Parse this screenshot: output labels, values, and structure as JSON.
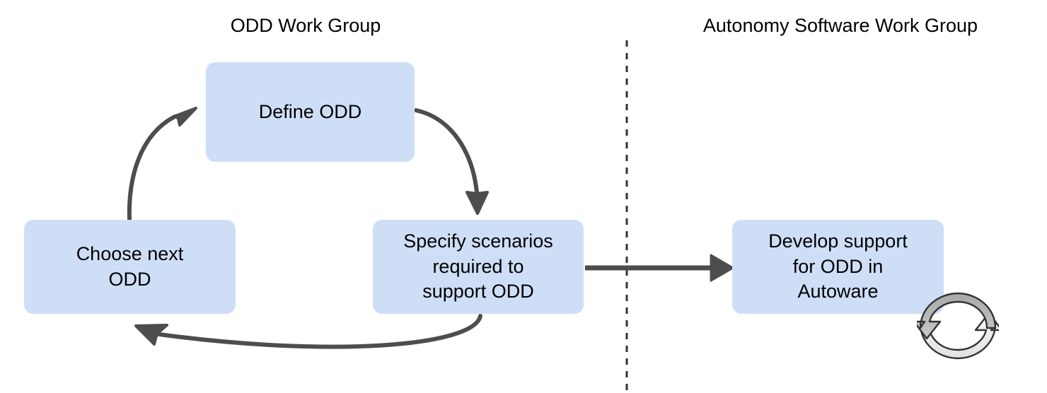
{
  "diagram": {
    "title_left": "ODD Work Group",
    "title_right": "Autonomy Software Work Group",
    "colors": {
      "node_fill": "#cfdef7",
      "edge_stroke": "#4d4d4d",
      "divider_stroke": "#333333",
      "icon_light": "#efefef",
      "icon_dark": "#bfbfbf",
      "icon_outline": "#333333",
      "background": "#ffffff",
      "text": "#000000"
    },
    "nodes": [
      {
        "id": "define-odd",
        "label": "Define ODD",
        "group": "ODD Work Group"
      },
      {
        "id": "choose-next-odd",
        "label": "Choose next\nODD",
        "group": "ODD Work Group"
      },
      {
        "id": "specify-scenarios",
        "label": "Specify scenarios\nrequired to\nsupport ODD",
        "group": "ODD Work Group"
      },
      {
        "id": "develop-support",
        "label": "Develop support\nfor ODD in\nAutoware",
        "group": "Autonomy Software Work Group"
      }
    ],
    "edges": [
      {
        "from": "choose-next-odd",
        "to": "define-odd",
        "style": "curved",
        "direction": "up-right"
      },
      {
        "from": "define-odd",
        "to": "specify-scenarios",
        "style": "curved",
        "direction": "down-right"
      },
      {
        "from": "specify-scenarios",
        "to": "choose-next-odd",
        "style": "curved",
        "direction": "left"
      },
      {
        "from": "specify-scenarios",
        "to": "develop-support",
        "style": "straight",
        "direction": "right"
      }
    ],
    "divider": {
      "orientation": "vertical",
      "style": "dashed"
    },
    "icon": {
      "name": "cycle-arrows-icon",
      "description": "two curved arrows forming a loop"
    }
  }
}
